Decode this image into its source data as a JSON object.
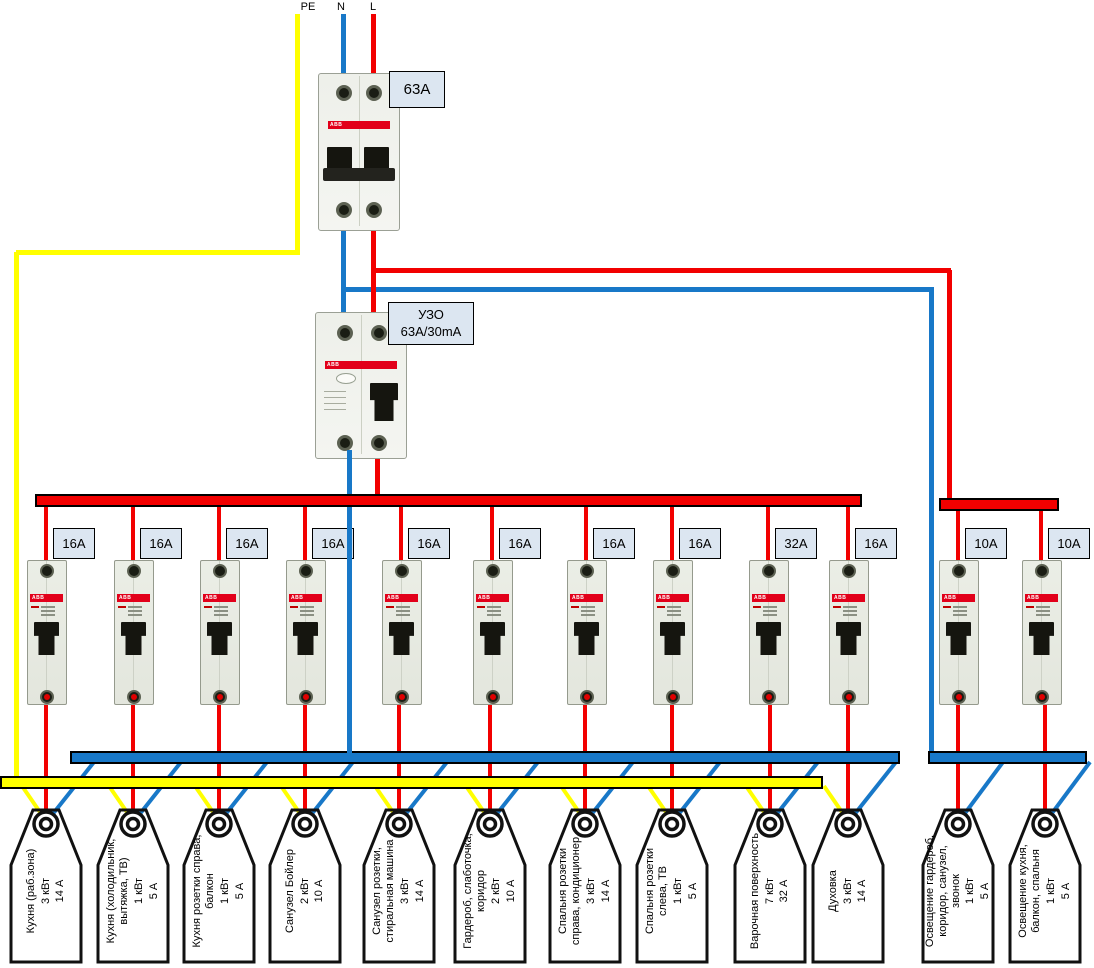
{
  "brand_label": "ABB",
  "incoming": {
    "pe_label": "PE",
    "n_label": "N",
    "l_label": "L"
  },
  "main_breaker": {
    "rating": "63A"
  },
  "rcd": {
    "name": "УЗО",
    "rating": "63А/30mA"
  },
  "colors": {
    "l_wire": "#f20000",
    "n_wire": "#1878c8",
    "pe_wire": "#ffff00",
    "abb_red": "#e2001a",
    "label_box_bg": "#dce6f1"
  },
  "circuits": [
    {
      "breaker": "16A",
      "name": "Кухня (раб.зона)",
      "power": "3 кВт",
      "current": "14 А"
    },
    {
      "breaker": "16A",
      "name": "Кухня (холодильник, вытяжка, ТВ)",
      "power": "1 кВт",
      "current": "5 А"
    },
    {
      "breaker": "16A",
      "name": "Кухня розетки справа, балкон",
      "power": "1 кВт",
      "current": "5 А"
    },
    {
      "breaker": "16A",
      "name": "Санузел Бойлер",
      "power": "2 кВт",
      "current": "10 А"
    },
    {
      "breaker": "16A",
      "name": "Санузел розетки, стиральная машина",
      "power": "3 кВт",
      "current": "14 А"
    },
    {
      "breaker": "16A",
      "name": "Гардероб, слаботочка, коридор",
      "power": "2 кВт",
      "current": "10 А"
    },
    {
      "breaker": "16A",
      "name": "Спальня розетки справа, кондиционер",
      "power": "3 кВт",
      "current": "14 А"
    },
    {
      "breaker": "16A",
      "name": "Спальня розетки слева, ТВ",
      "power": "1 кВт",
      "current": "5 А"
    },
    {
      "breaker": "32A",
      "name": "Варочная поверхность",
      "power": "7 кВт",
      "current": "32 А"
    },
    {
      "breaker": "16A",
      "name": "Духовка",
      "power": "3 кВт",
      "current": "14 А"
    },
    {
      "breaker": "10A",
      "name": "Освещение гардероб, коридор, санузел, звонок",
      "power": "1 кВт",
      "current": "5 А"
    },
    {
      "breaker": "10A",
      "name": "Освещение кухня, балкон, спальня",
      "power": "1 кВт",
      "current": "5 А"
    }
  ]
}
